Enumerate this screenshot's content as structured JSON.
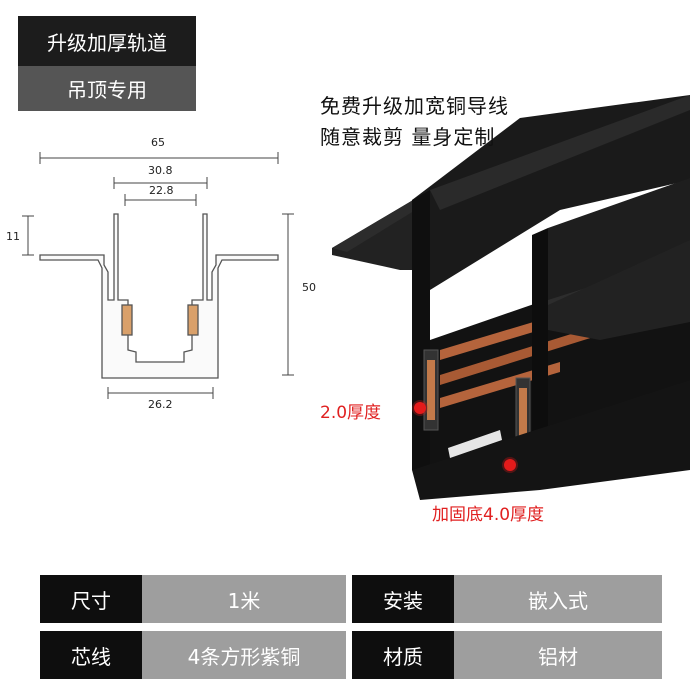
{
  "tags": {
    "top": "升级加厚轨道",
    "bottom": "吊顶专用"
  },
  "dimensions": {
    "width_total": "65",
    "width_inner_outer": "30.8",
    "width_inner": "22.8",
    "flange": "11",
    "height": "50",
    "base": "26.2"
  },
  "headline": {
    "line1": "免费升级加宽铜导线",
    "line2": "随意裁剪  量身定制"
  },
  "callouts": {
    "thickness": "2.0厚度",
    "base": "加固底4.0厚度"
  },
  "specs": [
    {
      "label": "尺寸",
      "value": "1米",
      "label2": "安装",
      "value2": "嵌入式"
    },
    {
      "label": "芯线",
      "value": "4条方形紫铜",
      "label2": "材质",
      "value2": "铝材"
    }
  ],
  "colors": {
    "dark": "#1c1c1c",
    "accent_red": "#e02020",
    "copper": "#b5643c"
  }
}
